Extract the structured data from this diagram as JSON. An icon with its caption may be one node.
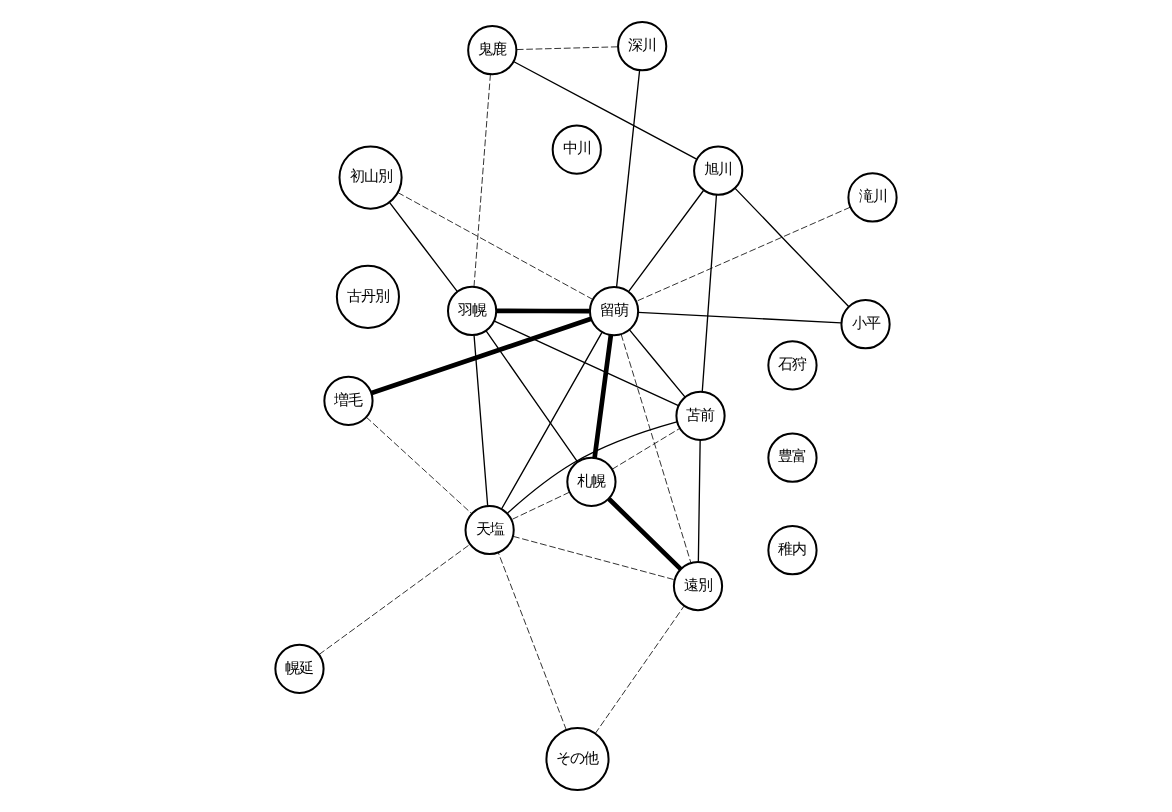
{
  "diagram": {
    "nodes": [
      {
        "text": [
          "稚内"
        ]
      },
      {
        "text": [
          "豊富"
        ]
      },
      {
        "text": [
          "幌延"
        ]
      },
      {
        "text": [
          "石狩"
        ]
      },
      {
        "text": [
          "その他"
        ]
      },
      {
        "text": [
          "中川"
        ]
      },
      {
        "text": [
          "天塩"
        ]
      },
      {
        "text": [
          "増毛"
        ]
      },
      {
        "text": [
          "札幌"
        ]
      },
      {
        "text": [
          "遠別"
        ]
      },
      {
        "text": [
          "初山別"
        ]
      },
      {
        "text": [
          "留萌"
        ]
      },
      {
        "text": [
          "羽幌"
        ]
      },
      {
        "text": [
          "苫前"
        ]
      },
      {
        "text": [
          "小平"
        ]
      },
      {
        "text": [
          "鬼鹿"
        ]
      },
      {
        "text": [
          "滝川"
        ]
      },
      {
        "text": [
          "古丹別"
        ]
      },
      {
        "text": [
          "深川"
        ]
      },
      {
        "text": [
          "旭川"
        ]
      }
    ],
    "edges": [
      {
        "from": 8,
        "to": 9,
        "arrow": "none",
        "style": "thick"
      },
      {
        "from": 8,
        "to": 11,
        "arrow": "none",
        "style": "thick"
      },
      {
        "from": 7,
        "to": 11,
        "arrow": "none",
        "style": "thick"
      },
      {
        "from": 11,
        "to": 12,
        "arrow": "none",
        "style": "thick"
      },
      {
        "from": 8,
        "to": 12,
        "arrow": "none"
      },
      {
        "from": 11,
        "to": 13,
        "arrow": "none"
      },
      {
        "from": 11,
        "to": 14,
        "arrow": "none"
      },
      {
        "from": 11,
        "to": 19,
        "arrow": "none"
      },
      {
        "from": 6,
        "to": 11,
        "arrow": "none"
      },
      {
        "from": 6,
        "to": 13,
        "arrow": "none"
      },
      {
        "from": 6,
        "to": 12,
        "arrow": "none"
      },
      {
        "from": 9,
        "to": 13,
        "arrow": "none"
      },
      {
        "from": 10,
        "to": 12,
        "arrow": "none"
      },
      {
        "from": 12,
        "to": 13,
        "arrow": "none"
      },
      {
        "from": 13,
        "to": 19,
        "arrow": "none"
      },
      {
        "from": 15,
        "to": 19,
        "arrow": "none"
      },
      {
        "from": 14,
        "to": 19,
        "arrow": "none"
      },
      {
        "from": 11,
        "to": 18,
        "arrow": "none"
      },
      {
        "from": 2,
        "to": 6,
        "arrow": "none",
        "style": "dashed"
      },
      {
        "from": 4,
        "to": 6,
        "arrow": "none",
        "style": "dashed"
      },
      {
        "from": 4,
        "to": 9,
        "arrow": "none",
        "style": "dashed"
      },
      {
        "from": 7,
        "to": 6,
        "arrow": "none",
        "style": "dashed"
      },
      {
        "from": 8,
        "to": 6,
        "arrow": "none",
        "style": "dashed"
      },
      {
        "from": 6,
        "to": 9,
        "arrow": "none",
        "style": "dashed"
      },
      {
        "from": 11,
        "to": 10,
        "arrow": "none",
        "style": "dashed"
      },
      {
        "from": 11,
        "to": 9,
        "arrow": "none",
        "style": "dashed"
      },
      {
        "from": 16,
        "to": 11,
        "arrow": "none",
        "style": "dashed"
      },
      {
        "from": 18,
        "to": 15,
        "arrow": "none",
        "style": "dashed"
      },
      {
        "from": 8,
        "to": 13,
        "arrow": "none",
        "style": "dashed"
      },
      {
        "from": 15,
        "to": 12,
        "arrow": "none",
        "style": "dashed"
      }
    ]
  }
}
